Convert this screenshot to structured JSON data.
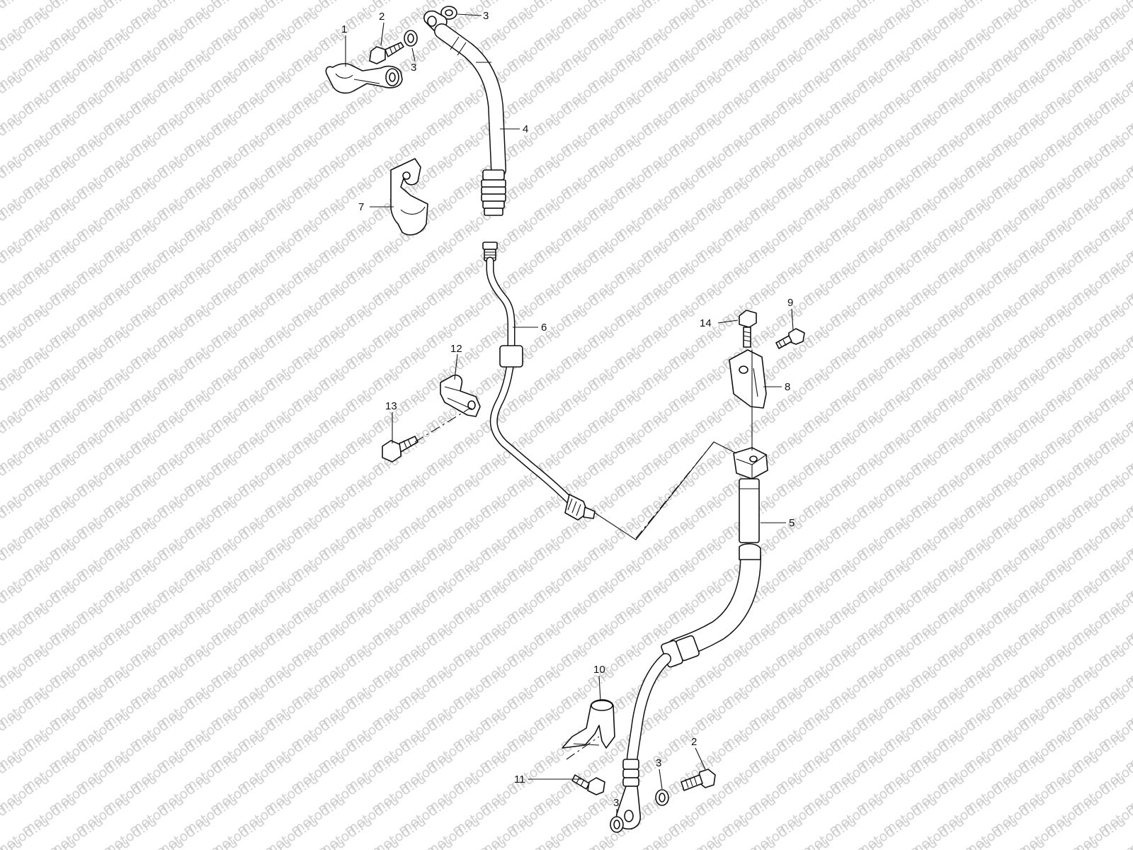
{
  "watermark": {
    "text": "motod.ru"
  },
  "callouts": [
    {
      "id": "c1",
      "label": "1"
    },
    {
      "id": "c2a",
      "label": "2"
    },
    {
      "id": "c3a",
      "label": "3"
    },
    {
      "id": "c3b",
      "label": "3"
    },
    {
      "id": "c4",
      "label": "4"
    },
    {
      "id": "c7",
      "label": "7"
    },
    {
      "id": "c6",
      "label": "6"
    },
    {
      "id": "c12",
      "label": "12"
    },
    {
      "id": "c13",
      "label": "13"
    },
    {
      "id": "c14",
      "label": "14"
    },
    {
      "id": "c9",
      "label": "9"
    },
    {
      "id": "c8",
      "label": "8"
    },
    {
      "id": "c5",
      "label": "5"
    },
    {
      "id": "c10",
      "label": "10"
    },
    {
      "id": "c11",
      "label": "11"
    },
    {
      "id": "c3c",
      "label": "3"
    },
    {
      "id": "c3d",
      "label": "3"
    },
    {
      "id": "c2b",
      "label": "2"
    }
  ]
}
